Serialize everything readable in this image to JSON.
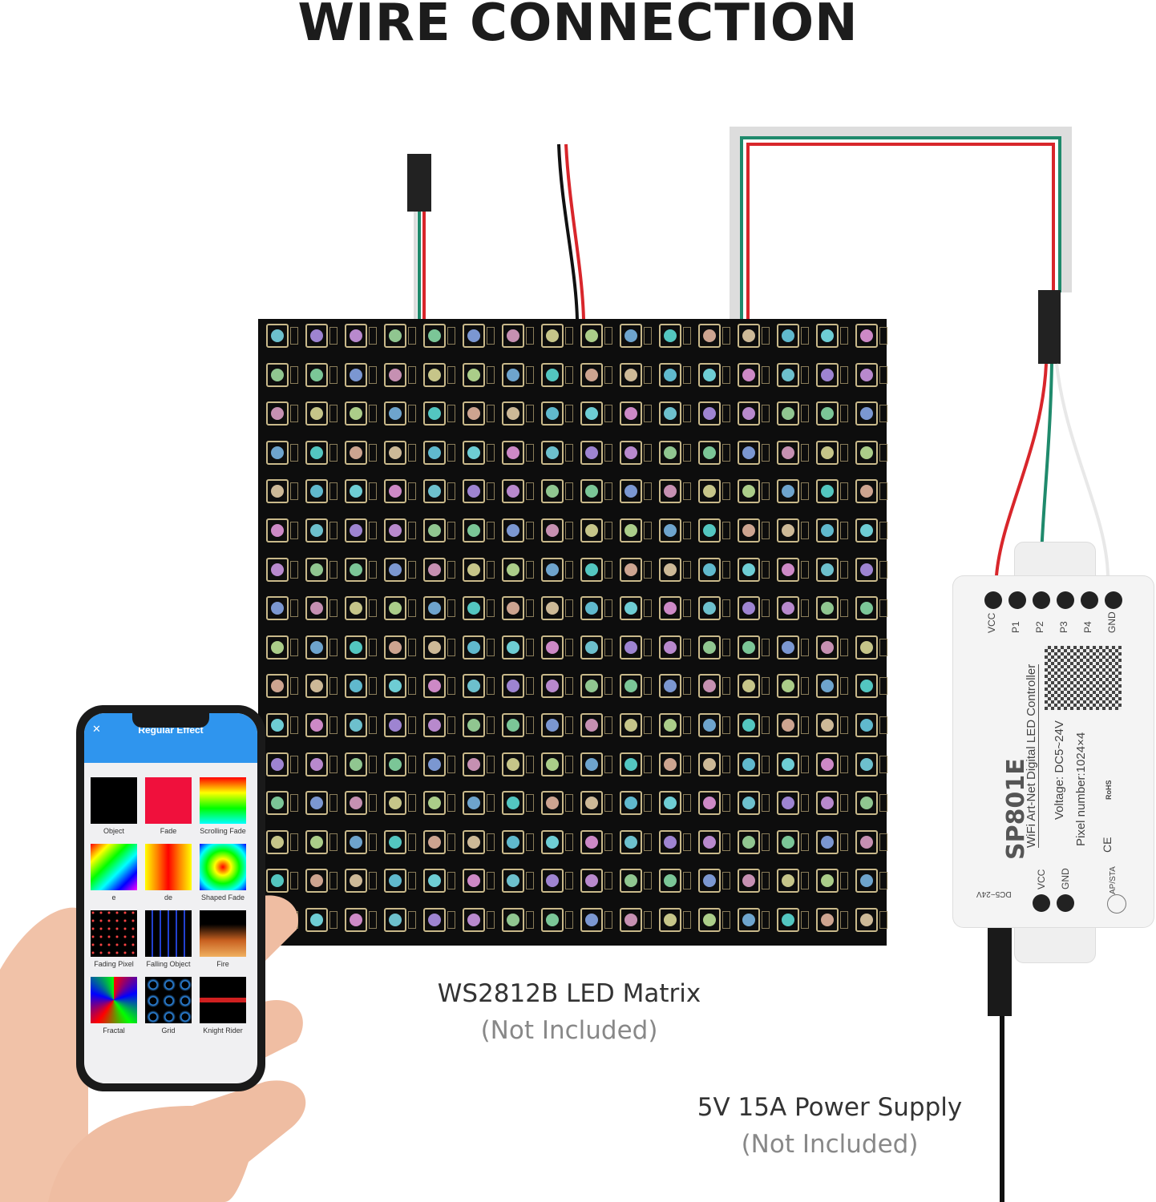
{
  "title": "WIRE CONNECTION",
  "matrix": {
    "name": "WS2812B LED Matrix",
    "note": "(Not Included)",
    "rows": 16,
    "cols": 16
  },
  "power": {
    "name": "5V 15A Power Supply",
    "note": "(Not Included)"
  },
  "controller": {
    "model": "SP801E",
    "description": "WiFi Art-Net Digital LED Controller",
    "voltage": "Voltage: DC5~24V",
    "pixels": "Pixel number:1024×4",
    "top_terminals": [
      "VCC",
      "P1",
      "P2",
      "P3",
      "P4",
      "GND"
    ],
    "input_label": "DC5~24V",
    "input_terminals": [
      "VCC",
      "GND"
    ],
    "button": "AP/STA",
    "marks": [
      "CE",
      "RoHS"
    ]
  },
  "phone": {
    "app_title": "Regular Effect",
    "close_icon": "✕",
    "effects": [
      "Object",
      "Fade",
      "Scrolling Fade",
      "e",
      "de",
      "Shaped Fade",
      "Fading Pixel",
      "Falling Object",
      "Fire",
      "Fractal",
      "Grid",
      "Knight Rider"
    ]
  },
  "colors": {
    "wire_red": "#d8262b",
    "wire_green": "#1f8a6c",
    "app_blue": "#2f95ee"
  }
}
